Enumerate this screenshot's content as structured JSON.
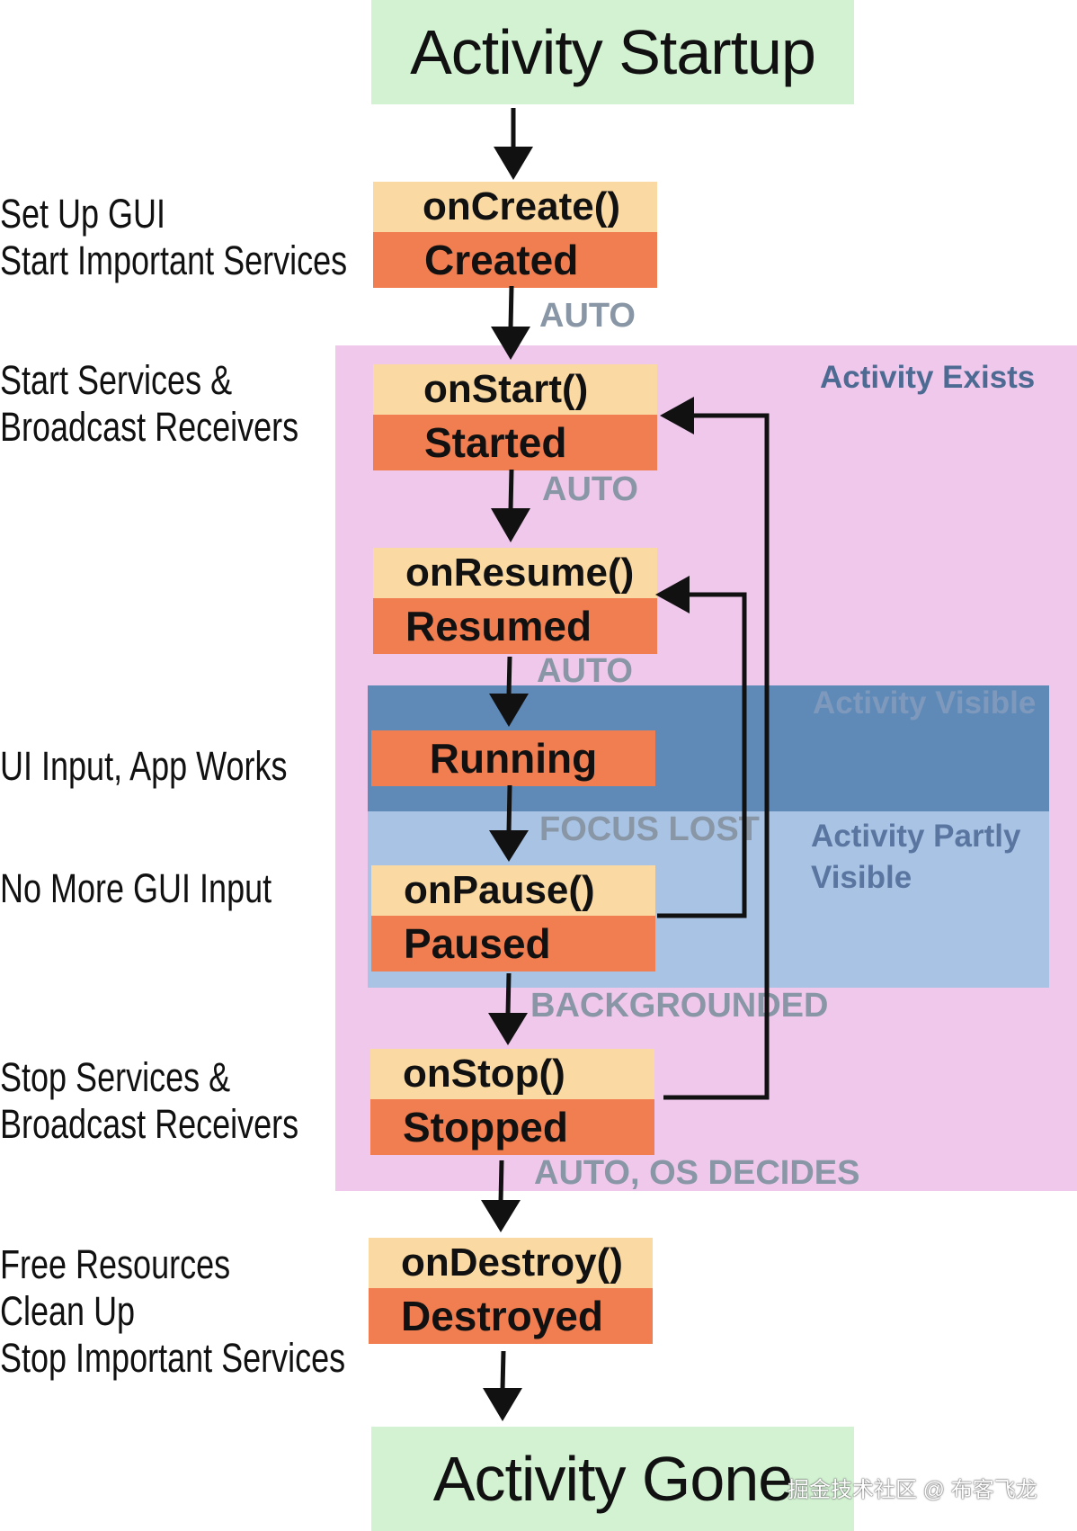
{
  "nodes": {
    "startup": "Activity Startup",
    "gone": "Activity Gone"
  },
  "states": {
    "create": {
      "callback": "onCreate()",
      "state": "Created"
    },
    "start": {
      "callback": "onStart()",
      "state": "Started"
    },
    "resume": {
      "callback": "onResume()",
      "state": "Resumed"
    },
    "running": {
      "state": "Running"
    },
    "pause": {
      "callback": "onPause()",
      "state": "Paused"
    },
    "stop": {
      "callback": "onStop()",
      "state": "Stopped"
    },
    "destroy": {
      "callback": "onDestroy()",
      "state": "Destroyed"
    }
  },
  "transitions": {
    "create_start": "AUTO",
    "start_resume": "AUTO",
    "resume_running": "AUTO",
    "running_pause": "FOCUS LOST",
    "pause_stop": "BACKGROUNDED",
    "stop_destroy": "AUTO, OS DECIDES"
  },
  "zones": {
    "exists": "Activity Exists",
    "visible": "Activity Visible",
    "partly_line1": "Activity Partly",
    "partly_line2": "Visible"
  },
  "notes": {
    "create": [
      "Set Up GUI",
      "Start Important Services"
    ],
    "start": [
      "Start Services &",
      "Broadcast Receivers"
    ],
    "running": [
      "UI Input, App Works"
    ],
    "pause": [
      "No More GUI Input"
    ],
    "stop": [
      "Stop Services &",
      "Broadcast Receivers"
    ],
    "destroy": [
      "Free Resources",
      "Clean Up",
      "Stop Important Services"
    ]
  },
  "watermark": "掘金技术社区 @ 布客飞龙",
  "colors": {
    "callback_fill": "#fad9a2",
    "state_fill": "#f07e50",
    "terminal_fill": "#d2f2d2",
    "exists_zone": "#efc8ec",
    "visible_zone": "#5f8ab8",
    "partly_zone": "#a8c3e3",
    "transition_label": "#8896a6"
  }
}
